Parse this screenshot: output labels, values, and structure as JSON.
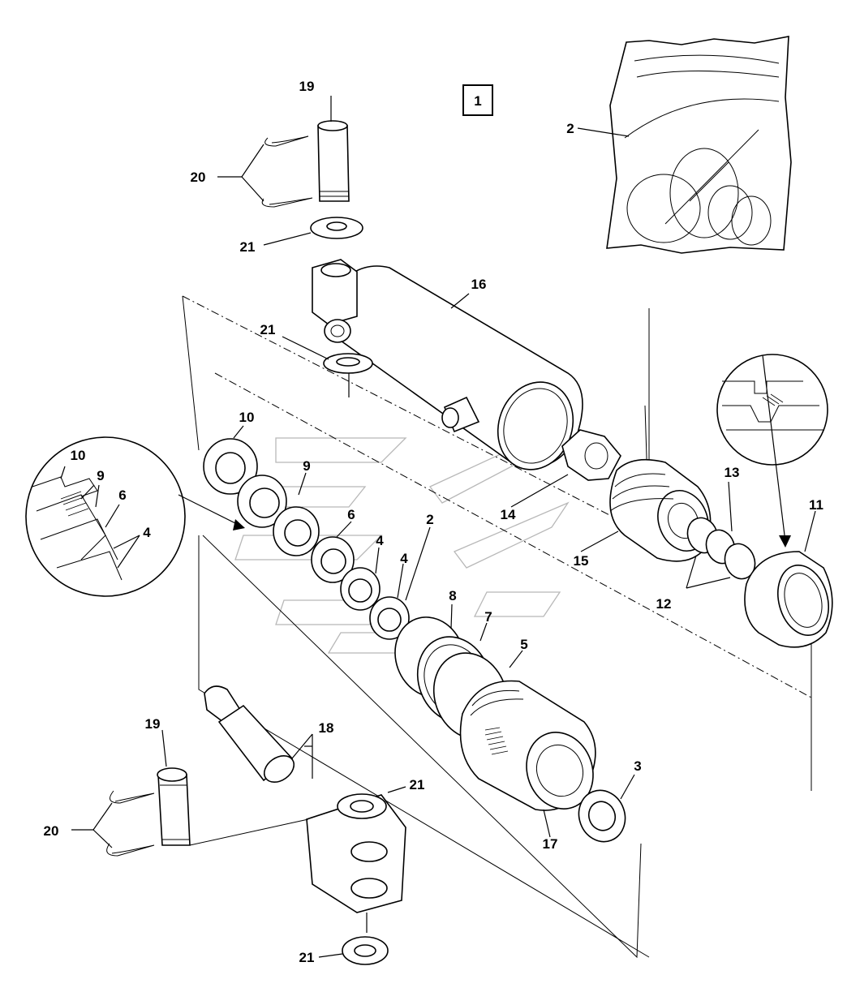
{
  "diagram": {
    "group_label": "1",
    "callouts": {
      "c2_bag": "2",
      "c2_ring": "2",
      "c3": "3",
      "c4_a": "4",
      "c4_b": "4",
      "c4_detail": "4",
      "c5": "5",
      "c6": "6",
      "c6_detail": "6",
      "c7": "7",
      "c8": "8",
      "c9": "9",
      "c9_detail": "9",
      "c10": "10",
      "c10_detail": "10",
      "c11": "11",
      "c12": "12",
      "c13": "13",
      "c14": "14",
      "c15": "15",
      "c16": "16",
      "c17": "17",
      "c18": "18",
      "c19_top": "19",
      "c19_bottom": "19",
      "c20_top": "20",
      "c20_bottom": "20",
      "c21_top": "21",
      "c21_mid": "21",
      "c21_right": "21",
      "c21_bottom": "21"
    }
  }
}
